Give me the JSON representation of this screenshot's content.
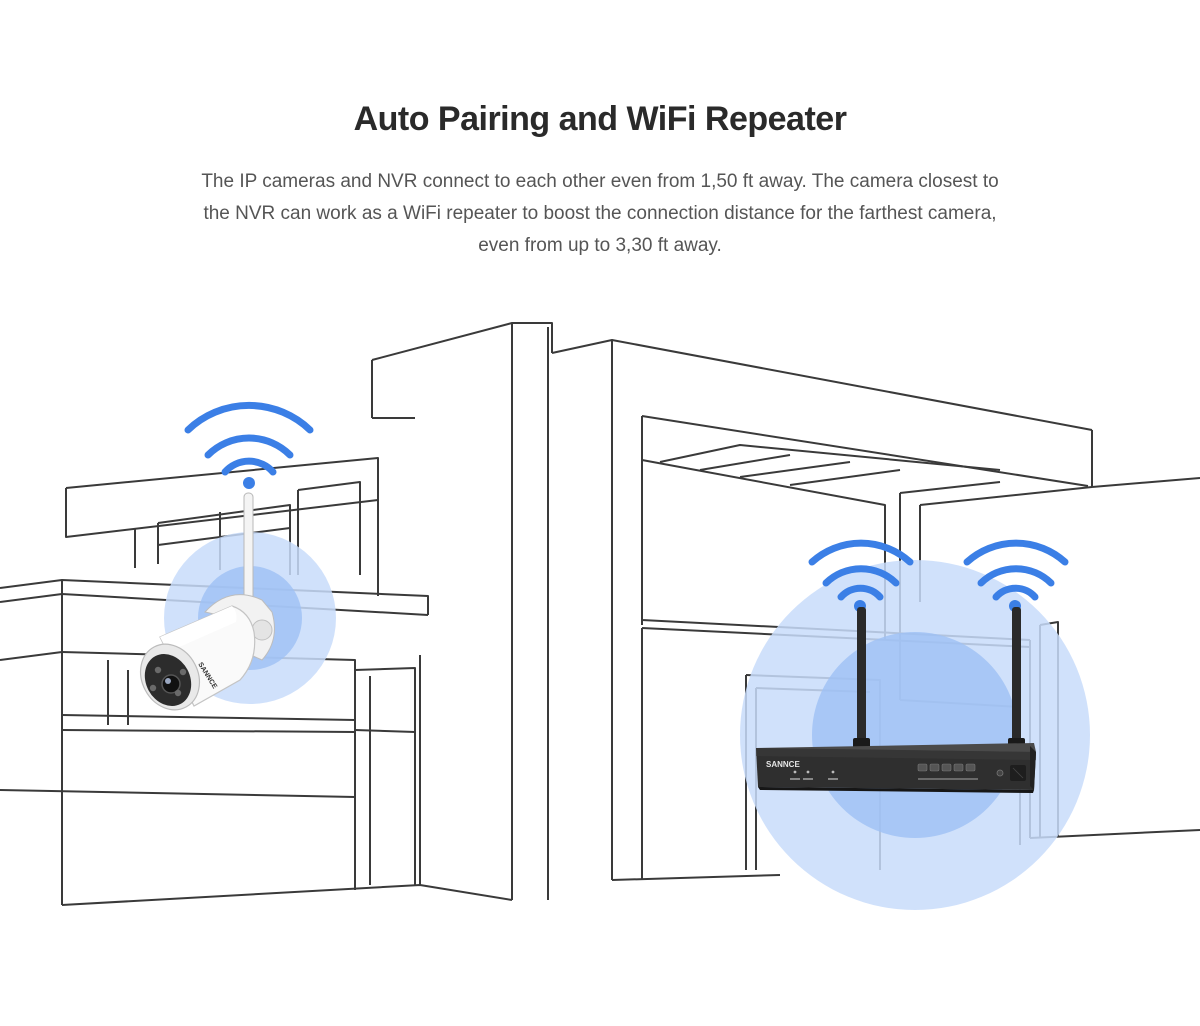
{
  "headline": "Auto Pairing and WiFi Repeater",
  "description": [
    "The IP cameras and NVR connect to each other even from 1,50 ft away. The camera closest to",
    "the NVR can work as a WiFi repeater to boost the connection distance for the farthest camera,",
    "even from up to 3,30 ft away."
  ],
  "brand_logo": "SANNCE",
  "colors": {
    "wifi_blue": "#3b7fe6",
    "halo_light": "#c8dcfa",
    "halo_mid": "#9dc0f5",
    "outline": "#3a3a3a",
    "text_dark": "#2a2a2a",
    "text_body": "#555555"
  },
  "icons": [
    "wifi-signal-icon",
    "ip-camera",
    "nvr-recorder",
    "house-line-drawing"
  ]
}
